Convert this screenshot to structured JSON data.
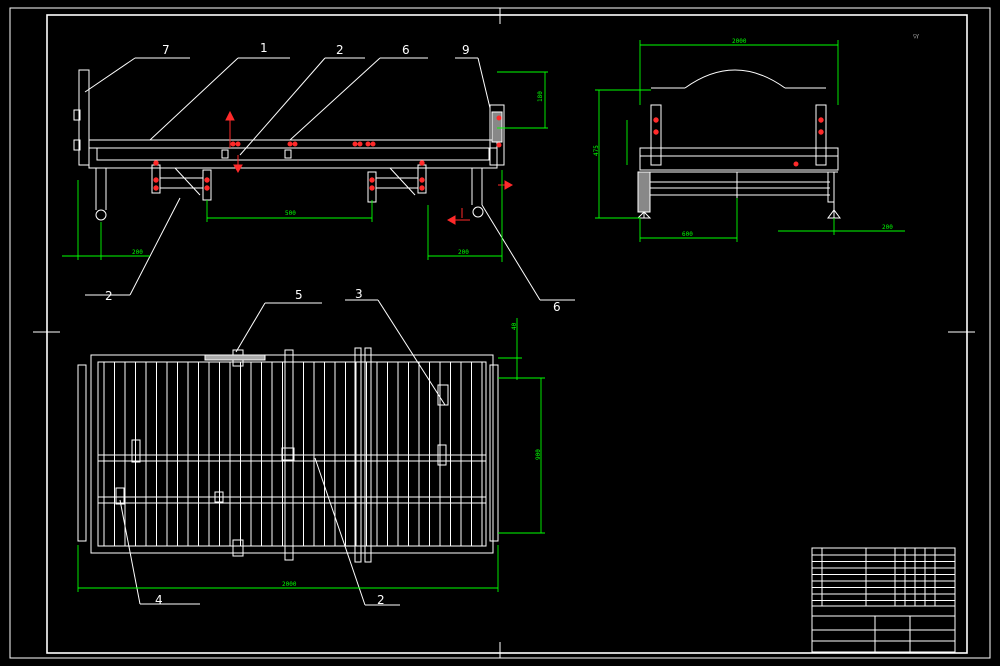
{
  "leaders": {
    "n1": "1",
    "n2a": "2",
    "n6a": "6",
    "n7": "7",
    "n9": "9",
    "n2b": "2",
    "n6b": "6",
    "n5": "5",
    "n3": "3",
    "n4": "4",
    "n2c": "2"
  },
  "dims": {
    "front_height": "180",
    "front_left": "200",
    "front_mid": "500",
    "front_right": "200",
    "side_top": "2000",
    "side_height": "475",
    "side_bottom": "600",
    "side_right": "200",
    "plan_length": "2000",
    "plan_small": "40",
    "plan_width": "900"
  },
  "symbol": "▽/"
}
